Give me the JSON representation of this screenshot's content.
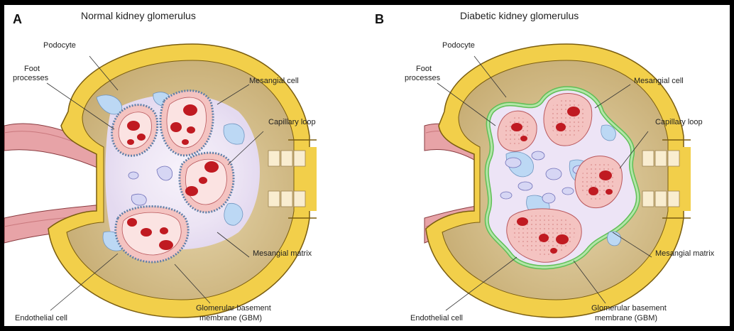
{
  "panel_a": {
    "letter": "A",
    "title": "Normal kidney glomerulus",
    "labels": {
      "podocyte": "Podocyte",
      "foot_processes_1": "Foot",
      "foot_processes_2": "processes",
      "mesangial_cell": "Mesangial cell",
      "capillary_loop": "Capillary loop",
      "mesangial_matrix": "Mesangial matrix",
      "endothelial_cell": "Endothelial cell",
      "gbm_1": "Glomerular basement",
      "gbm_2": "membrane (GBM)"
    }
  },
  "panel_b": {
    "letter": "B",
    "title": "Diabetic kidney glomerulus",
    "labels": {
      "podocyte": "Podocyte",
      "foot_processes_1": "Foot",
      "foot_processes_2": "processes",
      "mesangial_cell": "Mesangial cell",
      "capillary_loop": "Capillary loop",
      "mesangial_matrix": "Mesangial matrix",
      "endothelial_cell": "Endothelial cell",
      "gbm_1": "Glomerular basement",
      "gbm_2": "membrane (GBM)"
    }
  },
  "colors": {
    "bowman_capsule": "#f2cf4a",
    "urinary_space": "#d2bb86",
    "mesangial_matrix": "#bcd8f4",
    "mesangial_cell": "#d6d6f4",
    "capillary_wall": "#f4c3c1",
    "red_blood_cell": "#c01a21",
    "thickened_gbm": "#b3e6a8",
    "arteriole": "#e7a3a7"
  }
}
